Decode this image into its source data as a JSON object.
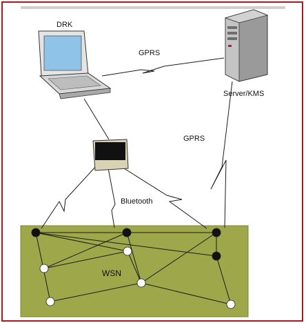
{
  "labels": {
    "laptop": "DRK",
    "server": "Server/KMS",
    "link_laptop_server": "GPRS",
    "link_server_wsn": "GPRS",
    "link_handheld_wsn": "Bluetooth",
    "network": "WSN"
  },
  "colors": {
    "frame": "#b0141e",
    "field": "#9ea84a",
    "field_border": "#7d8636",
    "black_node": "#111111",
    "white_node": "#ffffff",
    "line": "#1a1a1a",
    "top_bar": "#cfcfcf"
  },
  "nodes": [
    {
      "name": "sensor-node",
      "fill": "black"
    },
    {
      "name": "sensor-node",
      "fill": "black"
    },
    {
      "name": "sensor-node",
      "fill": "black"
    },
    {
      "name": "sensor-node",
      "fill": "black"
    },
    {
      "name": "sensor-node",
      "fill": "white"
    },
    {
      "name": "sensor-node",
      "fill": "white"
    },
    {
      "name": "sensor-node",
      "fill": "white"
    },
    {
      "name": "sensor-node",
      "fill": "white"
    },
    {
      "name": "sensor-node",
      "fill": "white"
    }
  ]
}
